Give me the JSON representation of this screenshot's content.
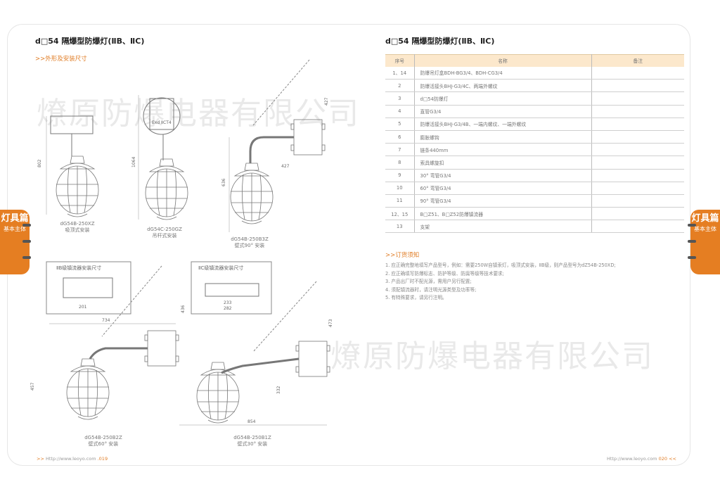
{
  "left_page": {
    "title": "d□54 隔爆型防爆灯(ⅡB、ⅡC)",
    "section": ">>外形及安装尺寸",
    "drawings": [
      {
        "model": "dG54B-250XZ",
        "mount": "吸顶式安装"
      },
      {
        "model": "dG54C-250GZ",
        "mount": "吊杆式安装"
      },
      {
        "model": "dG54B-250B3Z",
        "mount": "壁式90° 安装"
      },
      {
        "model": "dG54B-250B2Z",
        "mount": "壁式60° 安装"
      },
      {
        "model": "dG54B-250B1Z",
        "mount": "壁式30° 安装"
      }
    ],
    "ballast_boxes": [
      {
        "title": "ⅡB级镇流器安装尺寸",
        "dims": [
          "201"
        ]
      },
      {
        "title": "ⅡC级镇流器安装尺寸",
        "dims": [
          "233",
          "282"
        ]
      }
    ],
    "dimensions": {
      "xz_height": "802",
      "gz_height": "1064",
      "b3z_width": "427",
      "b3z_height": "636",
      "b3z_chain": "427",
      "b2z_width": "734",
      "b2z_height": "457",
      "b2z_chain": "436",
      "b1z_width": "854",
      "b1z_height": "332",
      "b1z_chain": "473"
    },
    "box_label": "Exd ⅡCT4",
    "footer": {
      "prefix": ">>",
      "url": "Http://www.leoyo.com",
      "page": ".019"
    }
  },
  "right_page": {
    "title": "d□54 隔爆型防爆灯(ⅡB、ⅡC)",
    "table": {
      "headers": [
        "序号",
        "名称",
        "备注"
      ],
      "rows": [
        [
          "1、14",
          "防爆吊灯盒BDH-BG3/4、BDH-CG3/4",
          ""
        ],
        [
          "2",
          "防爆活接头BHJ-G3/4C、两端外螺纹",
          ""
        ],
        [
          "3",
          "d□54防爆灯",
          ""
        ],
        [
          "4",
          "直管G3/4",
          ""
        ],
        [
          "5",
          "防爆活接头BHJ-G3/4B、一端内螺纹、一端外螺纹",
          ""
        ],
        [
          "6",
          "膨胀螺钩",
          ""
        ],
        [
          "7",
          "链条440mm",
          ""
        ],
        [
          "8",
          "索具螺旋扣",
          ""
        ],
        [
          "9",
          "30° 弯管G3/4",
          ""
        ],
        [
          "10",
          "60° 弯管G3/4",
          ""
        ],
        [
          "11",
          "90° 弯管G3/4",
          ""
        ],
        [
          "12、15",
          "B□Z51、B□Z52防爆镇流器",
          ""
        ],
        [
          "13",
          "支架",
          ""
        ]
      ]
    },
    "order_section": ">>订货须知",
    "notes": [
      "1. 应正确完整地填写产品型号，例如：需要250W自镇汞灯，吸顶式安装，ⅡB级，则产品型号为dZ54B-250XD;",
      "2. 应正确填写防爆标志、防护等级、防腐等级等技术要求;",
      "3. 产品出厂时不配光源，需用户另行配置;",
      "4. 须配镇流器时，请注明光源类型及功率等;",
      "5. 有特殊要求，请另行注明。"
    ],
    "footer": {
      "url": "Http://www.leoyo.com",
      "page": "020",
      "suffix": "<<"
    }
  },
  "side_tab": {
    "title": "灯具篇",
    "subtitle": "基本主体"
  },
  "watermark": "燎原防爆电器有限公司",
  "colors": {
    "accent": "#e57e22",
    "table_header": "#fce8cc"
  }
}
